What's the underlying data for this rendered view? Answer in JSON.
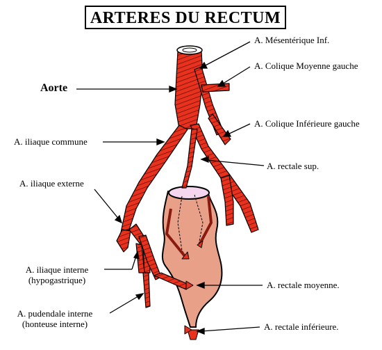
{
  "title": "ARTERES DU RECTUM",
  "labels": {
    "aorte": "Aorte",
    "mesenterique_inf": "A. Mésentérique Inf.",
    "colique_moyenne_gauche": "A. Colique Moyenne gauche",
    "colique_inferieure_gauche": "A. Colique Inférieure gauche",
    "iliaque_commune": "A. iliaque commune",
    "rectale_sup": "A. rectale sup.",
    "iliaque_externe": "A. iliaque externe",
    "iliaque_interne": "A. iliaque interne",
    "hypogastrique": "(hypogastrique)",
    "rectale_moyenne": "A. rectale moyenne.",
    "pudendale_interne": "A. pudendale interne",
    "honteuse_interne": "(honteuse interne)",
    "rectale_inferieure": "A. rectale inférieure."
  },
  "colors": {
    "artery": "#e8321e",
    "artery_stripe": "#5a0a06",
    "rectum": "#e9a088",
    "rectum_lumen": "#f4d6ef",
    "line": "#000000"
  }
}
